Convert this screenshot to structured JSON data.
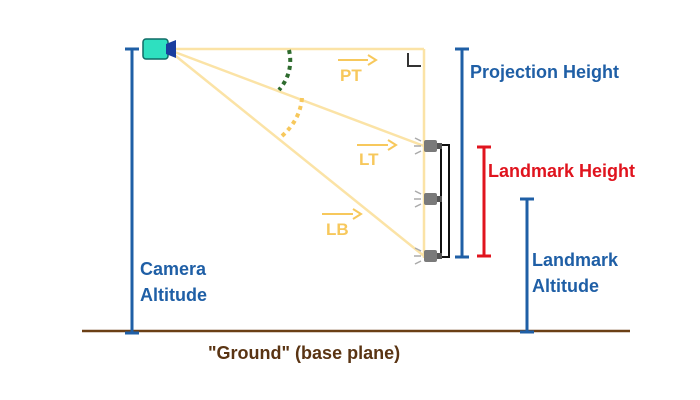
{
  "labels": {
    "projection_height": "Projection Height",
    "landmark_height": "Landmark Height",
    "camera_altitude_line1": "Camera",
    "camera_altitude_line2": "Altitude",
    "landmark_altitude_line1": "Landmark",
    "landmark_altitude_line2": "Altitude",
    "ground": "\"Ground\" (base plane)"
  },
  "vectors": {
    "pt": "PT",
    "lt": "LT",
    "lb": "LB"
  },
  "icons": {
    "camera": "camera-icon",
    "landmark_lights": "light-fixture-icon"
  },
  "colors": {
    "measure_blue": "#1f5fa6",
    "landmark_red": "#e0141e",
    "ground_brown": "#6b3f15",
    "ray_yellow": "#fbe3a6",
    "vector_yellow": "#f7c85c",
    "angle_green": "#2e6b2e",
    "camera_teal": "#2ee0c0"
  }
}
